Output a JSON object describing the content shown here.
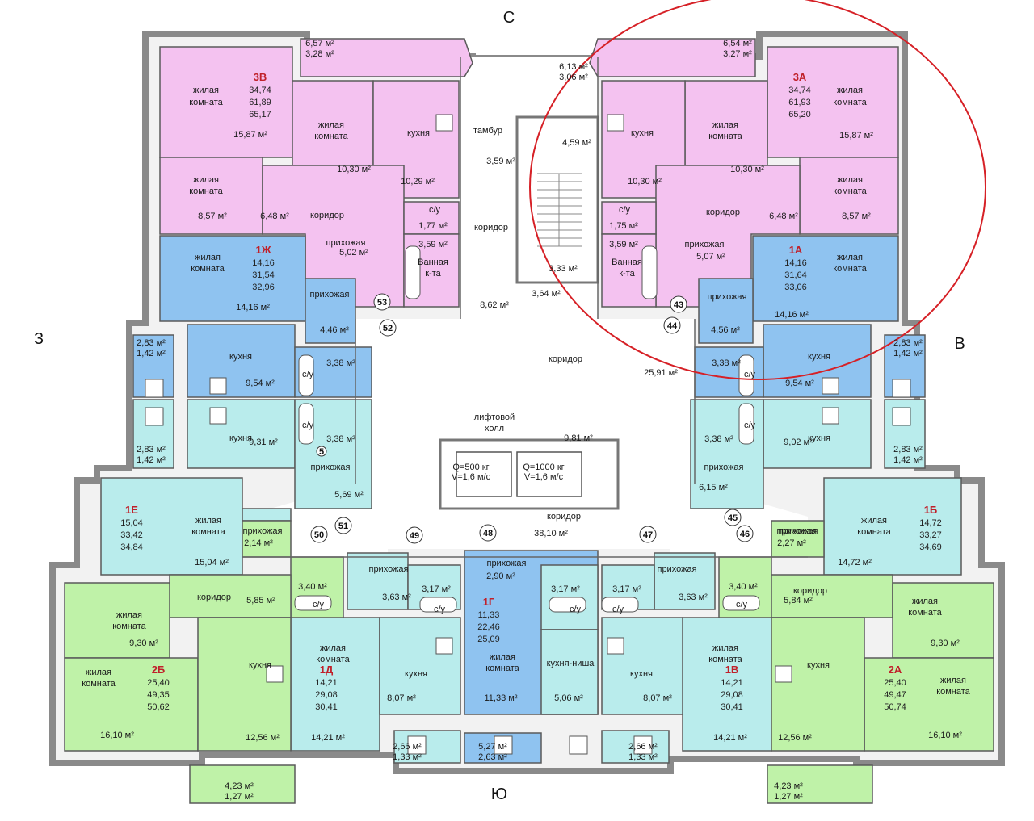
{
  "compass": {
    "north": "С",
    "south": "Ю",
    "west": "З",
    "east": "В"
  },
  "colors": {
    "pink": "#f4c2f0",
    "blue": "#8fc3f0",
    "cyan": "#b9ecec",
    "green": "#bff2a8",
    "corridor": "#ffffff",
    "wall": "#7b7b7b",
    "highlight_circle": "#d62026",
    "apt_label": "#c0202a"
  },
  "apartments": [
    {
      "id": "3В",
      "v1": "34,74",
      "v2": "61,89",
      "v3": "65,17"
    },
    {
      "id": "3А",
      "v1": "34,74",
      "v2": "61,93",
      "v3": "65,20"
    },
    {
      "id": "1Ж",
      "v1": "14,16",
      "v2": "31,54",
      "v3": "32,96"
    },
    {
      "id": "1А",
      "v1": "14,16",
      "v2": "31,64",
      "v3": "33,06"
    },
    {
      "id": "1Е",
      "v1": "15,04",
      "v2": "33,42",
      "v3": "34,84"
    },
    {
      "id": "1Б",
      "v1": "14,72",
      "v2": "33,27",
      "v3": "34,69"
    },
    {
      "id": "1Г",
      "v1": "11,33",
      "v2": "22,46",
      "v3": "25,09"
    },
    {
      "id": "1Д",
      "v1": "14,21",
      "v2": "29,08",
      "v3": "30,41"
    },
    {
      "id": "1В",
      "v1": "14,21",
      "v2": "29,08",
      "v3": "30,41"
    },
    {
      "id": "2Б",
      "v1": "25,40",
      "v2": "49,35",
      "v3": "50,62"
    },
    {
      "id": "2А",
      "v1": "25,40",
      "v2": "49,47",
      "v3": "50,74"
    }
  ],
  "labels": [
    {
      "text": "жилая"
    },
    {
      "text": "комната"
    },
    {
      "text": "жилая"
    },
    {
      "text": "комната"
    },
    {
      "text": "кухня"
    },
    {
      "text": "жилая"
    },
    {
      "text": "комната"
    },
    {
      "text": "коридор"
    },
    {
      "text": "прихожая"
    },
    {
      "text": "с/у"
    },
    {
      "text": "Ванная"
    },
    {
      "text": "к-та"
    },
    {
      "text": "тамбур"
    },
    {
      "text": "коридор"
    },
    {
      "text": "кухня"
    },
    {
      "text": "жилая"
    },
    {
      "text": "комната"
    },
    {
      "text": "жилая"
    },
    {
      "text": "комната"
    },
    {
      "text": "жилая"
    },
    {
      "text": "комната"
    },
    {
      "text": "коридор"
    },
    {
      "text": "прихожая"
    },
    {
      "text": "с/у"
    },
    {
      "text": "Ванная"
    },
    {
      "text": "к-та"
    },
    {
      "text": "жилая"
    },
    {
      "text": "комната"
    },
    {
      "text": "прихожая"
    },
    {
      "text": "жилая"
    },
    {
      "text": "комната"
    },
    {
      "text": "прихожая"
    },
    {
      "text": "кухня"
    },
    {
      "text": "с/у"
    },
    {
      "text": "кухня"
    },
    {
      "text": "с/у"
    },
    {
      "text": "прихожая"
    },
    {
      "text": "коридор"
    },
    {
      "text": "кухня"
    },
    {
      "text": "с/у"
    },
    {
      "text": "кухня"
    },
    {
      "text": "с/у"
    },
    {
      "text": "прихожая"
    },
    {
      "text": "лифтовой"
    },
    {
      "text": "холл"
    },
    {
      "text": "Q=500 кг"
    },
    {
      "text": "V=1,6 м/с"
    },
    {
      "text": "Q=1000 кг"
    },
    {
      "text": "V=1,6 м/с"
    },
    {
      "text": "коридор"
    },
    {
      "text": "жилая"
    },
    {
      "text": "комната"
    },
    {
      "text": "прихожая"
    },
    {
      "text": "жилая"
    },
    {
      "text": "комната"
    },
    {
      "text": "прихожая"
    },
    {
      "text": "коридор"
    },
    {
      "text": "с/у"
    },
    {
      "text": "жилая"
    },
    {
      "text": "комната"
    },
    {
      "text": "кухня"
    },
    {
      "text": "жилая"
    },
    {
      "text": "комната"
    },
    {
      "text": "прихожая"
    },
    {
      "text": "с/у"
    },
    {
      "text": "жилая"
    },
    {
      "text": "комната"
    },
    {
      "text": "кухня"
    },
    {
      "text": "прихожая"
    },
    {
      "text": "жилая"
    },
    {
      "text": "комната"
    },
    {
      "text": "кухня-ниша"
    },
    {
      "text": "с/у"
    },
    {
      "text": "с/у"
    },
    {
      "text": "прихожая"
    },
    {
      "text": "жилая"
    },
    {
      "text": "комната"
    },
    {
      "text": "кухня"
    },
    {
      "text": "прихожая"
    },
    {
      "text": "коридор"
    },
    {
      "text": "с/у"
    },
    {
      "text": "кухня"
    },
    {
      "text": "жилая"
    },
    {
      "text": "комната"
    },
    {
      "text": "жилая"
    },
    {
      "text": "комната"
    }
  ],
  "areas": [
    "6,57 м²",
    "3,28 м²",
    "15,87 м²",
    "10,30 м²",
    "10,29 м²",
    "8,57 м²",
    "6,48 м²",
    "1,77 м²",
    "5,02 м²",
    "3,59 м²",
    "6,13 м²",
    "3,06 м²",
    "3,59 м²",
    "8,62 м²",
    "3,64 м²",
    "4,59 м²",
    "3,33 м²",
    "6,54 м²",
    "3,27 м²",
    "10,30 м²",
    "10,30 м²",
    "15,87 м²",
    "1,75 м²",
    "6,48 м²",
    "8,57 м²",
    "3,59 м²",
    "5,07 м²",
    "14,16 м²",
    "4,46 м²",
    "4,56 м²",
    "14,16 м²",
    "2,83 м²",
    "1,42 м²",
    "3,38 м²",
    "9,54 м²",
    "3,38 м²",
    "9,54 м²",
    "2,83 м²",
    "1,42 м²",
    "25,91 м²",
    "2,83 м²",
    "1,42 м²",
    "9,31 м²",
    "3,38 м²",
    "3,38 м²",
    "9,81 м²",
    "9,02 м²",
    "2,83 м²",
    "1,42 м²",
    "5,69 м²",
    "6,15 м²",
    "15,04 м²",
    "38,10 м²",
    "14,72 м²",
    "2,14 м²",
    "2,90 м²",
    "2,27 м²",
    "3,40 м²",
    "3,17 м²",
    "3,17 м²",
    "3,17 м²",
    "3,40 м²",
    "5,85 м²",
    "3,63 м²",
    "3,63 м²",
    "5,84 м²",
    "9,30 м²",
    "9,30 м²",
    "8,07 м²",
    "11,33 м²",
    "5,06 м²",
    "8,07 м²",
    "16,10 м²",
    "12,56 м²",
    "14,21 м²",
    "14,21 м²",
    "12,56 м²",
    "16,10 м²",
    "2,66 м²",
    "1,33 м²",
    "5,27 м²",
    "2,63 м²",
    "2,66 м²",
    "1,33 м²",
    "4,23 м²",
    "1,27 м²",
    "4,23 м²",
    "1,27 м²"
  ],
  "door_numbers": [
    "53",
    "52",
    "43",
    "44",
    "45",
    "46",
    "47",
    "48",
    "49",
    "50",
    "51",
    "5"
  ]
}
